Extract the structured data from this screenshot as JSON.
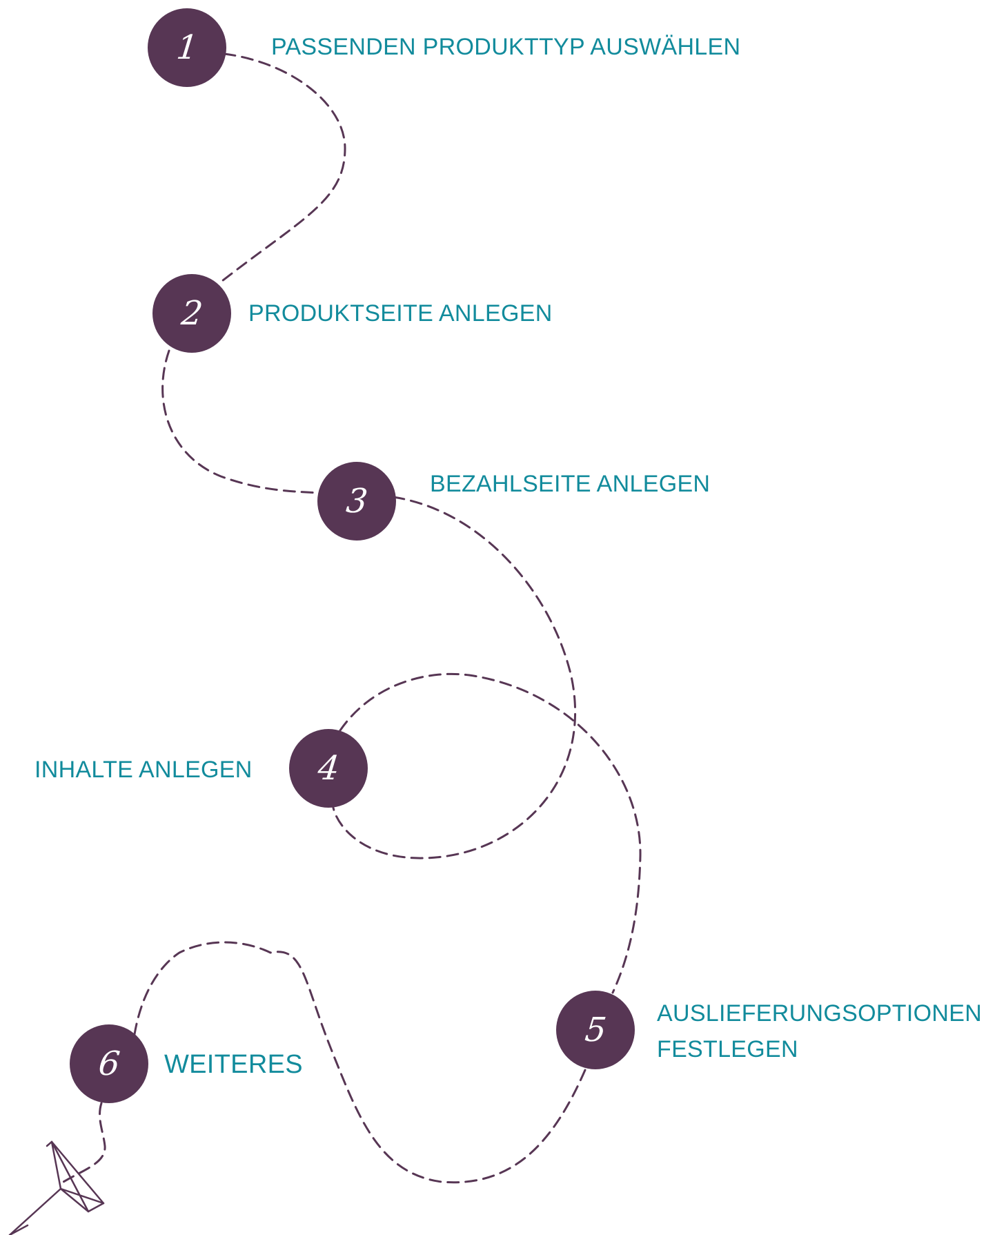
{
  "colors": {
    "circle": "#573654",
    "path": "#573654",
    "label": "#128b9c",
    "number": "#ffffff"
  },
  "steps": [
    {
      "number": "1",
      "label": "PASSENDEN PRODUKTTYP AUSWÄHLEN"
    },
    {
      "number": "2",
      "label": "PRODUKTSEITE ANLEGEN"
    },
    {
      "number": "3",
      "label": "BEZAHLSEITE ANLEGEN"
    },
    {
      "number": "4",
      "label": "INHALTE ANLEGEN"
    },
    {
      "number": "5",
      "label_line1": "AUSLIEFERUNGSOPTIONEN",
      "label_line2": "FESTLEGEN"
    },
    {
      "number": "6",
      "label": "WEITERES"
    }
  ],
  "icons": {
    "end_icon": "paper-plane-icon"
  }
}
